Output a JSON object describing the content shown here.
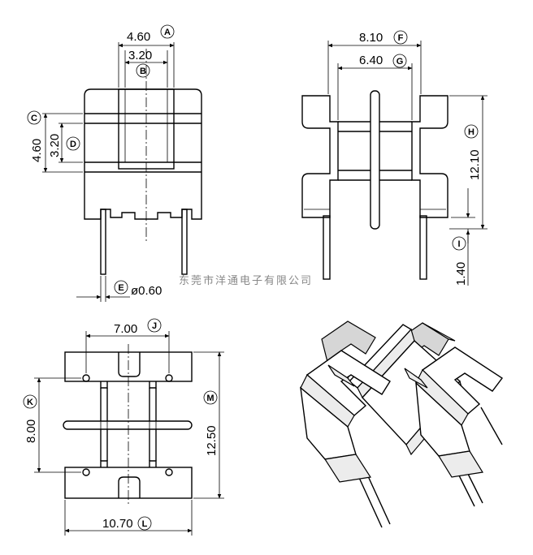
{
  "watermark": "东莞市洋通电子有限公司",
  "dimensions": {
    "A": {
      "letter": "A",
      "value": "4.60"
    },
    "B": {
      "letter": "B",
      "value": "3.20"
    },
    "C": {
      "letter": "C",
      "value": "4.60"
    },
    "D": {
      "letter": "D",
      "value": "3.20"
    },
    "E": {
      "letter": "E",
      "value": "ø0.60"
    },
    "F": {
      "letter": "F",
      "value": "8.10"
    },
    "G": {
      "letter": "G",
      "value": "6.40"
    },
    "H": {
      "letter": "H",
      "value": "12.10"
    },
    "I": {
      "letter": "I",
      "value": "1.40"
    },
    "J": {
      "letter": "J",
      "value": "7.00"
    },
    "K": {
      "letter": "K",
      "value": "8.00"
    },
    "L": {
      "letter": "L",
      "value": "10.70"
    },
    "M": {
      "letter": "M",
      "value": "12.50"
    }
  }
}
